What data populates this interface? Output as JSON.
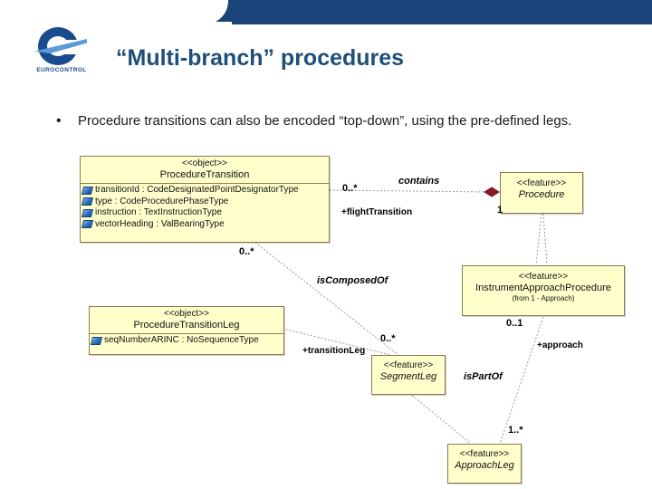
{
  "slide": {
    "title": "“Multi-branch” procedures",
    "bullet_marker": "•",
    "bullet_text": "Procedure transitions can also be encoded “top-down”, using the pre-defined legs.",
    "logo_text": "EUROCONTROL",
    "colors": {
      "banner": "#1a4379",
      "title": "#1f4e79",
      "box_fill": "#ffffcc",
      "box_border": "#8a7b4e",
      "diamond": "#8b1a2b",
      "attr_icon": "#2a6fc4"
    }
  },
  "diagram": {
    "boxes": [
      {
        "id": "procedure-transition",
        "stereotype": "<<object>>",
        "name": "ProcedureTransition",
        "from": "",
        "attributes": [
          "transitionId : CodeDesignatedPointDesignatorType",
          "type : CodeProcedurePhaseType",
          "instruction : TextInstructionType",
          "vectorHeading : ValBearingType"
        ]
      },
      {
        "id": "procedure",
        "stereotype": "<<feature>>",
        "name": "Procedure",
        "from": "",
        "attributes": []
      },
      {
        "id": "instrument-approach-procedure",
        "stereotype": "<<feature>>",
        "name": "InstrumentApproachProcedure",
        "from": "(from 1 - Approach)",
        "attributes": []
      },
      {
        "id": "procedure-transition-leg",
        "stereotype": "<<object>>",
        "name": "ProcedureTransitionLeg",
        "from": "",
        "attributes": [
          "seqNumberARINC : NoSequenceType"
        ]
      },
      {
        "id": "segment-leg",
        "stereotype": "<<feature>>",
        "name": "SegmentLeg",
        "from": "",
        "attributes": []
      },
      {
        "id": "approach-leg",
        "stereotype": "<<feature>>",
        "name": "ApproachLeg",
        "from": "",
        "attributes": []
      }
    ],
    "labels": {
      "contains": "contains",
      "is_composed_of": "isComposedOf",
      "is_part_of": "isPartOf",
      "mult_contains_src": "0..*",
      "mult_contains_dst": "1",
      "role_flight_transition": "+flightTransition",
      "mult_composed_src": "0..*",
      "mult_composed_dst": "0..*",
      "role_transition_leg": "+transitionLeg",
      "mult_approach_src": "0..1",
      "mult_approach_dst": "1..*",
      "role_approach": "+approach"
    }
  }
}
